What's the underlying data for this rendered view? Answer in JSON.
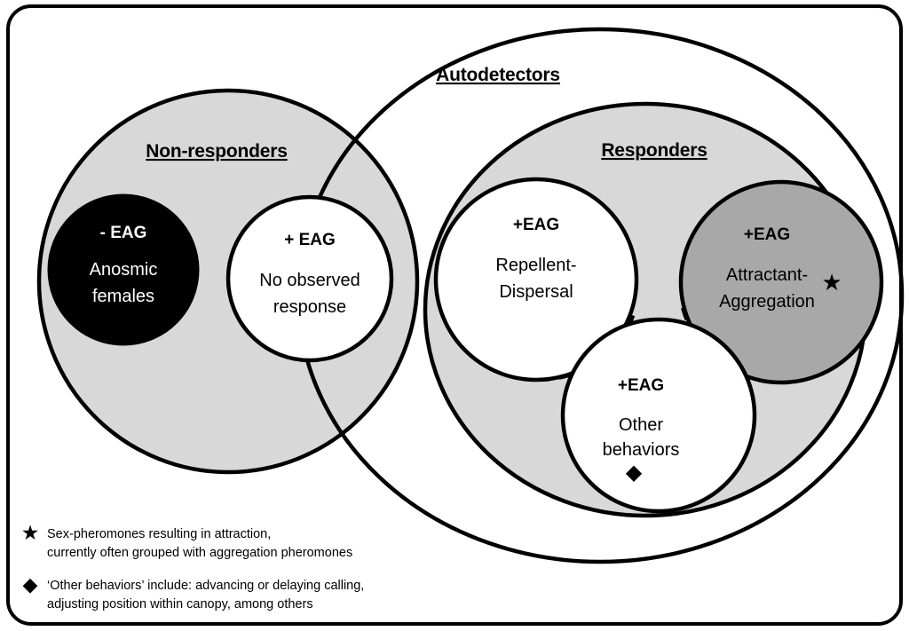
{
  "figure": {
    "title": "Autodetectors",
    "groups": {
      "autodetectors": {
        "label": "Autodetectors"
      },
      "non_responders": {
        "label": "Non-responders"
      },
      "responders": {
        "label": "Responders"
      }
    },
    "circles": [
      {
        "id": "anosmic-females",
        "eag": "- EAG",
        "line1": "Anosmic",
        "line2": "females",
        "fill": "#000000",
        "text_color": "#ffffff",
        "marker": ""
      },
      {
        "id": "no-observed-response",
        "eag": "+ EAG",
        "line1": "No observed",
        "line2": "response",
        "fill": "#ffffff",
        "text_color": "#000000",
        "marker": ""
      },
      {
        "id": "repellent-dispersal",
        "eag": "+EAG",
        "line1": "Repellent-",
        "line2": "Dispersal",
        "fill": "#ffffff",
        "text_color": "#000000",
        "marker": ""
      },
      {
        "id": "attractant-aggregation",
        "eag": "+EAG",
        "line1": "Attractant-",
        "line2": "Aggregation",
        "fill": "#a8a8a8",
        "text_color": "#000000",
        "marker": "star"
      },
      {
        "id": "other-behaviors",
        "eag": "+EAG",
        "line1": "Other",
        "line2": "behaviors",
        "fill": "#ffffff",
        "text_color": "#000000",
        "marker": "diamond"
      }
    ],
    "legend": [
      {
        "marker": "star",
        "line1": "Sex-pheromones resulting in attraction,",
        "line2": "currently often grouped with aggregation pheromones"
      },
      {
        "marker": "diamond",
        "line1": "‘Other behaviors’ include: advancing or delaying calling,",
        "line2": "adjusting position within canopy, among others"
      }
    ],
    "colors": {
      "light_gray": "#d8d8d8",
      "dark_gray": "#a8a8a8",
      "black": "#000000",
      "white": "#ffffff",
      "stroke": "#000000"
    }
  }
}
